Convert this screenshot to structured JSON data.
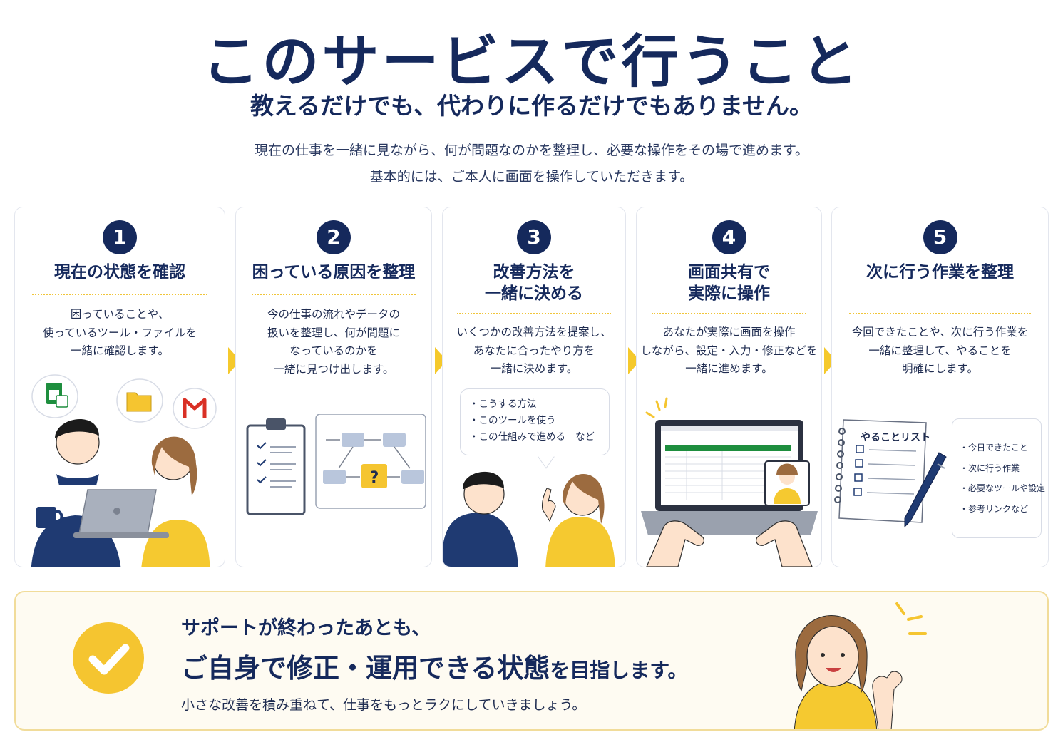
{
  "header": {
    "title": "このサービスで行うこと",
    "subtitle": "教えるだけでも、代わりに作るだけでもありません。",
    "intro_line1": "現在の仕事を一緒に見ながら、何が問題なのかを整理し、必要な操作をその場で進めます。",
    "intro_line2": "基本的には、ご本人に画面を操作していただきます。"
  },
  "steps": [
    {
      "number": "1",
      "title": [
        "現在の状態を確認"
      ],
      "desc": [
        "困っていることや、",
        "使っているツール・ファイルを",
        "一緒に確認します。"
      ]
    },
    {
      "number": "2",
      "title": [
        "困っている原因を整理"
      ],
      "desc": [
        "今の仕事の流れやデータの",
        "扱いを整理し、何が問題に",
        "なっているのかを",
        "一緒に見つけ出します。"
      ],
      "diagram_mark": "?"
    },
    {
      "number": "3",
      "title": [
        "改善方法を",
        "一緒に決める"
      ],
      "desc": [
        "いくつかの改善方法を提案し、",
        "あなたに合ったやり方を",
        "一緒に決めます。"
      ],
      "bubble": [
        "・こうする方法",
        "・このツールを使う",
        "・この仕組みで進める"
      ],
      "bubble_suffix": "など"
    },
    {
      "number": "4",
      "title": [
        "画面共有で",
        "実際に操作"
      ],
      "desc": [
        "あなたが実際に画面を操作",
        "しながら、設定・入力・修正などを",
        "一緒に進めます。"
      ]
    },
    {
      "number": "5",
      "title": [
        "次に行う作業を整理"
      ],
      "desc": [
        "今回できたことや、次に行う作業を",
        "一緒に整理して、やることを",
        "明確にします。"
      ],
      "todo_title": "やることリスト",
      "summary": [
        "・今日できたこと",
        "・次に行う作業",
        "・必要なツールや設定",
        "・参考リンクなど"
      ]
    }
  ],
  "bottom": {
    "line1": "サポートが終わったあとも、",
    "line2_highlight": "ご自身で修正・運用できる状態",
    "line2_rest": "を目指します。",
    "line3": "小さな改善を積み重ねて、仕事をもっとラクにしていきましょう。"
  },
  "colors": {
    "navy": "#15295c",
    "yellow": "#f5c530",
    "highlight": "#f8d548",
    "gmail_red": "#d93025",
    "sheets_green": "#1e8e3e"
  },
  "icons": [
    "sheets-icon",
    "folder-icon",
    "gmail-icon",
    "clipboard-icon",
    "checkmark-icon",
    "pen-icon",
    "laptop-icon"
  ]
}
